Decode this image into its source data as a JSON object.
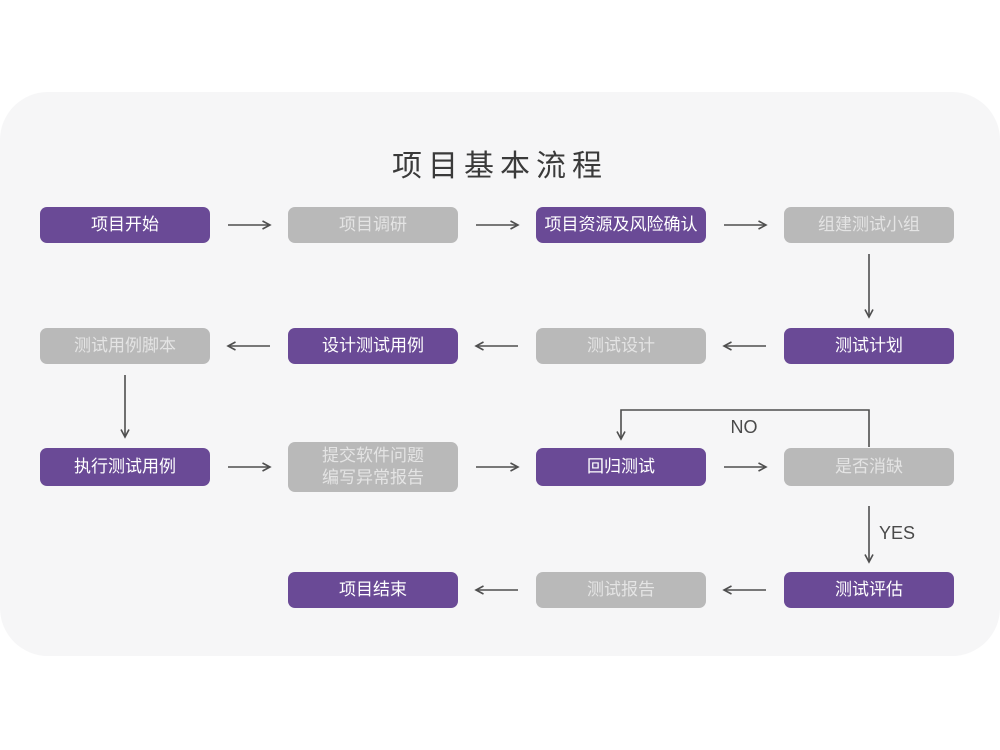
{
  "title": "项目基本流程",
  "colors": {
    "primary_box": "#6a4a96",
    "secondary_box": "#b9b9b9",
    "card_background": "#f6f6f7",
    "arrow": "#4f4f4f",
    "title_text": "#3a3a3a"
  },
  "edge_labels": {
    "no": "NO",
    "yes": "YES"
  },
  "nodes": [
    {
      "id": "project-start",
      "label": "项目开始",
      "type": "primary"
    },
    {
      "id": "project-research",
      "label": "项目调研",
      "type": "secondary"
    },
    {
      "id": "resources-risk-confirm",
      "label": "项目资源及风险确认",
      "type": "primary"
    },
    {
      "id": "build-test-team",
      "label": "组建测试小组",
      "type": "secondary"
    },
    {
      "id": "test-plan",
      "label": "测试计划",
      "type": "primary"
    },
    {
      "id": "test-design",
      "label": "测试设计",
      "type": "secondary"
    },
    {
      "id": "design-test-cases",
      "label": "设计测试用例",
      "type": "primary"
    },
    {
      "id": "test-case-scripts",
      "label": "测试用例脚本",
      "type": "secondary"
    },
    {
      "id": "execute-test-cases",
      "label": "执行测试用例",
      "type": "primary"
    },
    {
      "id": "submit-issue-report",
      "label": "提交软件问题",
      "label2": "编写异常报告",
      "type": "secondary"
    },
    {
      "id": "regression-test",
      "label": "回归测试",
      "type": "primary"
    },
    {
      "id": "defect-cleared-check",
      "label": "是否消缺",
      "type": "secondary"
    },
    {
      "id": "test-evaluation",
      "label": "测试评估",
      "type": "primary"
    },
    {
      "id": "test-report",
      "label": "测试报告",
      "type": "secondary"
    },
    {
      "id": "project-end",
      "label": "项目结束",
      "type": "primary"
    }
  ],
  "edges": [
    {
      "from": "项目开始",
      "to": "项目调研"
    },
    {
      "from": "项目调研",
      "to": "项目资源及风险确认"
    },
    {
      "from": "项目资源及风险确认",
      "to": "组建测试小组"
    },
    {
      "from": "组建测试小组",
      "to": "测试计划"
    },
    {
      "from": "测试计划",
      "to": "测试设计"
    },
    {
      "from": "测试设计",
      "to": "设计测试用例"
    },
    {
      "from": "设计测试用例",
      "to": "测试用例脚本"
    },
    {
      "from": "测试用例脚本",
      "to": "执行测试用例"
    },
    {
      "from": "执行测试用例",
      "to": "提交软件问题 编写异常报告"
    },
    {
      "from": "提交软件问题 编写异常报告",
      "to": "回归测试"
    },
    {
      "from": "回归测试",
      "to": "是否消缺"
    },
    {
      "from": "是否消缺",
      "to": "回归测试",
      "label": "NO"
    },
    {
      "from": "是否消缺",
      "to": "测试评估",
      "label": "YES"
    },
    {
      "from": "测试评估",
      "to": "测试报告"
    },
    {
      "from": "测试报告",
      "to": "项目结束"
    }
  ]
}
